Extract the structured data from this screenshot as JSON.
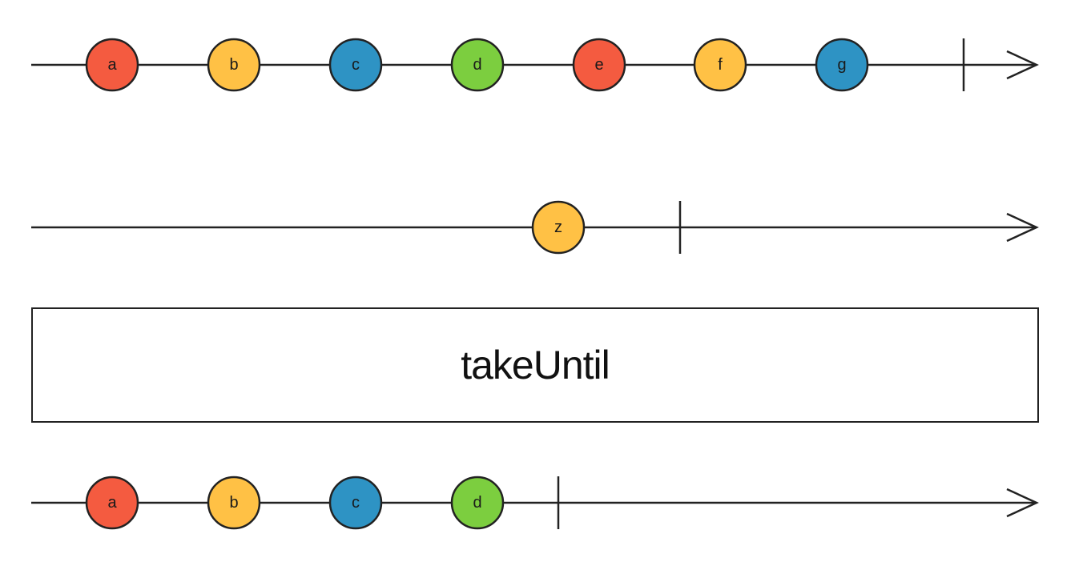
{
  "operator": {
    "name": "takeUntil"
  },
  "colors": {
    "red": "#F45B40",
    "orange": "#FFC145",
    "blue": "#2E93C4",
    "green": "#7CCE3F",
    "line": "#222222"
  },
  "timelines": [
    {
      "id": "source",
      "marbles": [
        {
          "label": "a",
          "color": "red"
        },
        {
          "label": "b",
          "color": "orange"
        },
        {
          "label": "c",
          "color": "blue"
        },
        {
          "label": "d",
          "color": "green"
        },
        {
          "label": "e",
          "color": "red"
        },
        {
          "label": "f",
          "color": "orange"
        },
        {
          "label": "g",
          "color": "blue"
        }
      ],
      "completes": true
    },
    {
      "id": "notifier",
      "marbles": [
        {
          "label": "z",
          "color": "orange"
        }
      ],
      "completes": true
    },
    {
      "id": "output",
      "marbles": [
        {
          "label": "a",
          "color": "red"
        },
        {
          "label": "b",
          "color": "orange"
        },
        {
          "label": "c",
          "color": "blue"
        },
        {
          "label": "d",
          "color": "green"
        }
      ],
      "completes": true
    }
  ]
}
